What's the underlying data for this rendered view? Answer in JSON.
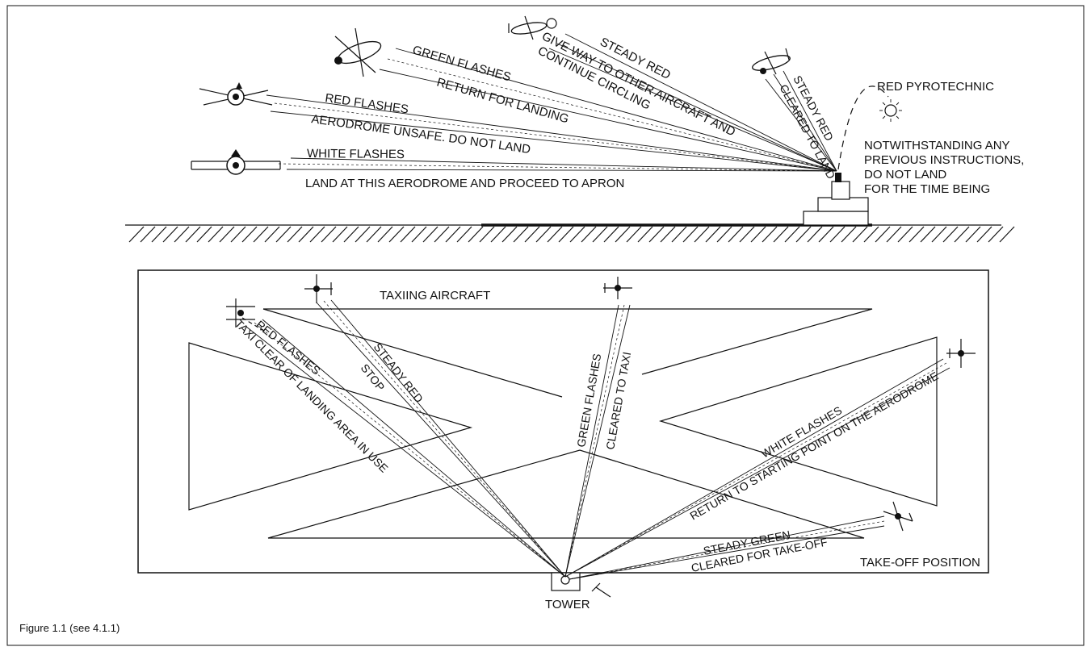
{
  "upper": {
    "steady_red": "STEADY RED",
    "give_way_1": "GIVE WAY TO OTHER AIRCRAFT AND",
    "give_way_2": "CONTINUE CIRCLING",
    "green_flashes": "GREEN FLASHES",
    "return_for_landing": "RETURN FOR LANDING",
    "red_flashes": "RED FLASHES",
    "aerodrome_unsafe": "AERODROME UNSAFE. DO NOT LAND",
    "white_flashes": "WHITE FLASHES",
    "land_at": "LAND AT THIS AERODROME AND PROCEED TO APRON",
    "steady_red_2": "STEADY RED",
    "cleared_to_land": "CLEARED TO LAND",
    "red_pyro": "RED PYROTECHNIC",
    "notwith_1": "NOTWITHSTANDING ANY",
    "notwith_2": "PREVIOUS INSTRUCTIONS,",
    "notwith_3": "DO NOT LAND",
    "notwith_4": "FOR THE TIME BEING"
  },
  "lower": {
    "taxiing_aircraft": "TAXIING AIRCRAFT",
    "red_flashes": "RED FLASHES",
    "taxi_clear": "TAXI CLEAR OF LANDING AREA IN USE",
    "steady_red": "STEADY RED",
    "stop": "STOP",
    "green_flashes": "GREEN FLASHES",
    "cleared_to_taxi": "CLEARED TO TAXI",
    "white_flashes": "WHITE FLASHES",
    "return_to_start": "RETURN TO STARTING POINT ON THE AERODROME",
    "steady_green": "STEADY GREEN",
    "cleared_takeoff": "CLEARED FOR TAKE-OFF",
    "takeoff_position": "TAKE-OFF POSITION",
    "tower": "TOWER"
  },
  "caption": "Figure 1.1 (see 4.1.1)"
}
